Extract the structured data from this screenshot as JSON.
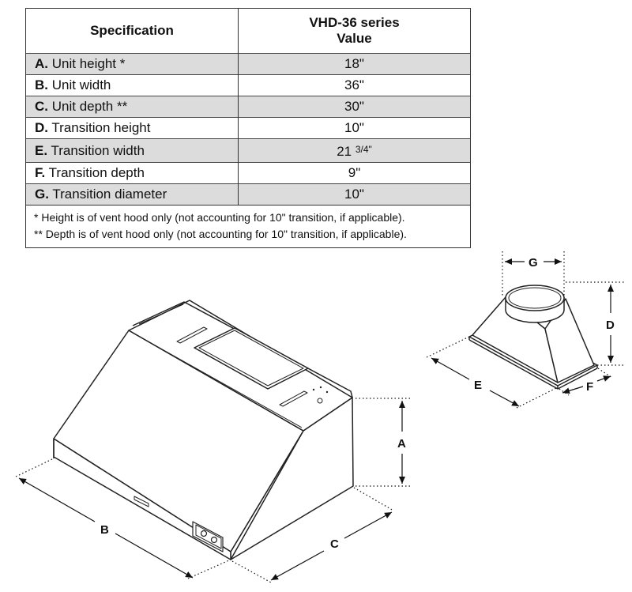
{
  "table": {
    "header": {
      "spec": "Specification",
      "series_line1": "VHD-36 series",
      "series_line2": "Value"
    },
    "rows": [
      {
        "letter": "A.",
        "label": "Unit height *",
        "value": "18\"",
        "value_frac": ""
      },
      {
        "letter": "B.",
        "label": "Unit width",
        "value": "36\"",
        "value_frac": ""
      },
      {
        "letter": "C.",
        "label": "Unit depth **",
        "value": "30\"",
        "value_frac": ""
      },
      {
        "letter": "D.",
        "label": "Transition height",
        "value": "10\"",
        "value_frac": ""
      },
      {
        "letter": "E.",
        "label": "Transition width",
        "value": "21 ",
        "value_frac": "3/4\""
      },
      {
        "letter": "F.",
        "label": "Transition depth",
        "value": "9\"",
        "value_frac": ""
      },
      {
        "letter": "G.",
        "label": "Transition diameter",
        "value": "10\"",
        "value_frac": ""
      }
    ],
    "footnotes": [
      "* Height is of vent hood only (not accounting for 10\" transition, if applicable).",
      "** Depth is of vent hood only (not accounting for 10\" transition, if applicable)."
    ]
  },
  "diagram": {
    "labels": {
      "a": "A",
      "b": "B",
      "c": "C",
      "d": "D",
      "e": "E",
      "f": "F",
      "g": "G"
    }
  }
}
